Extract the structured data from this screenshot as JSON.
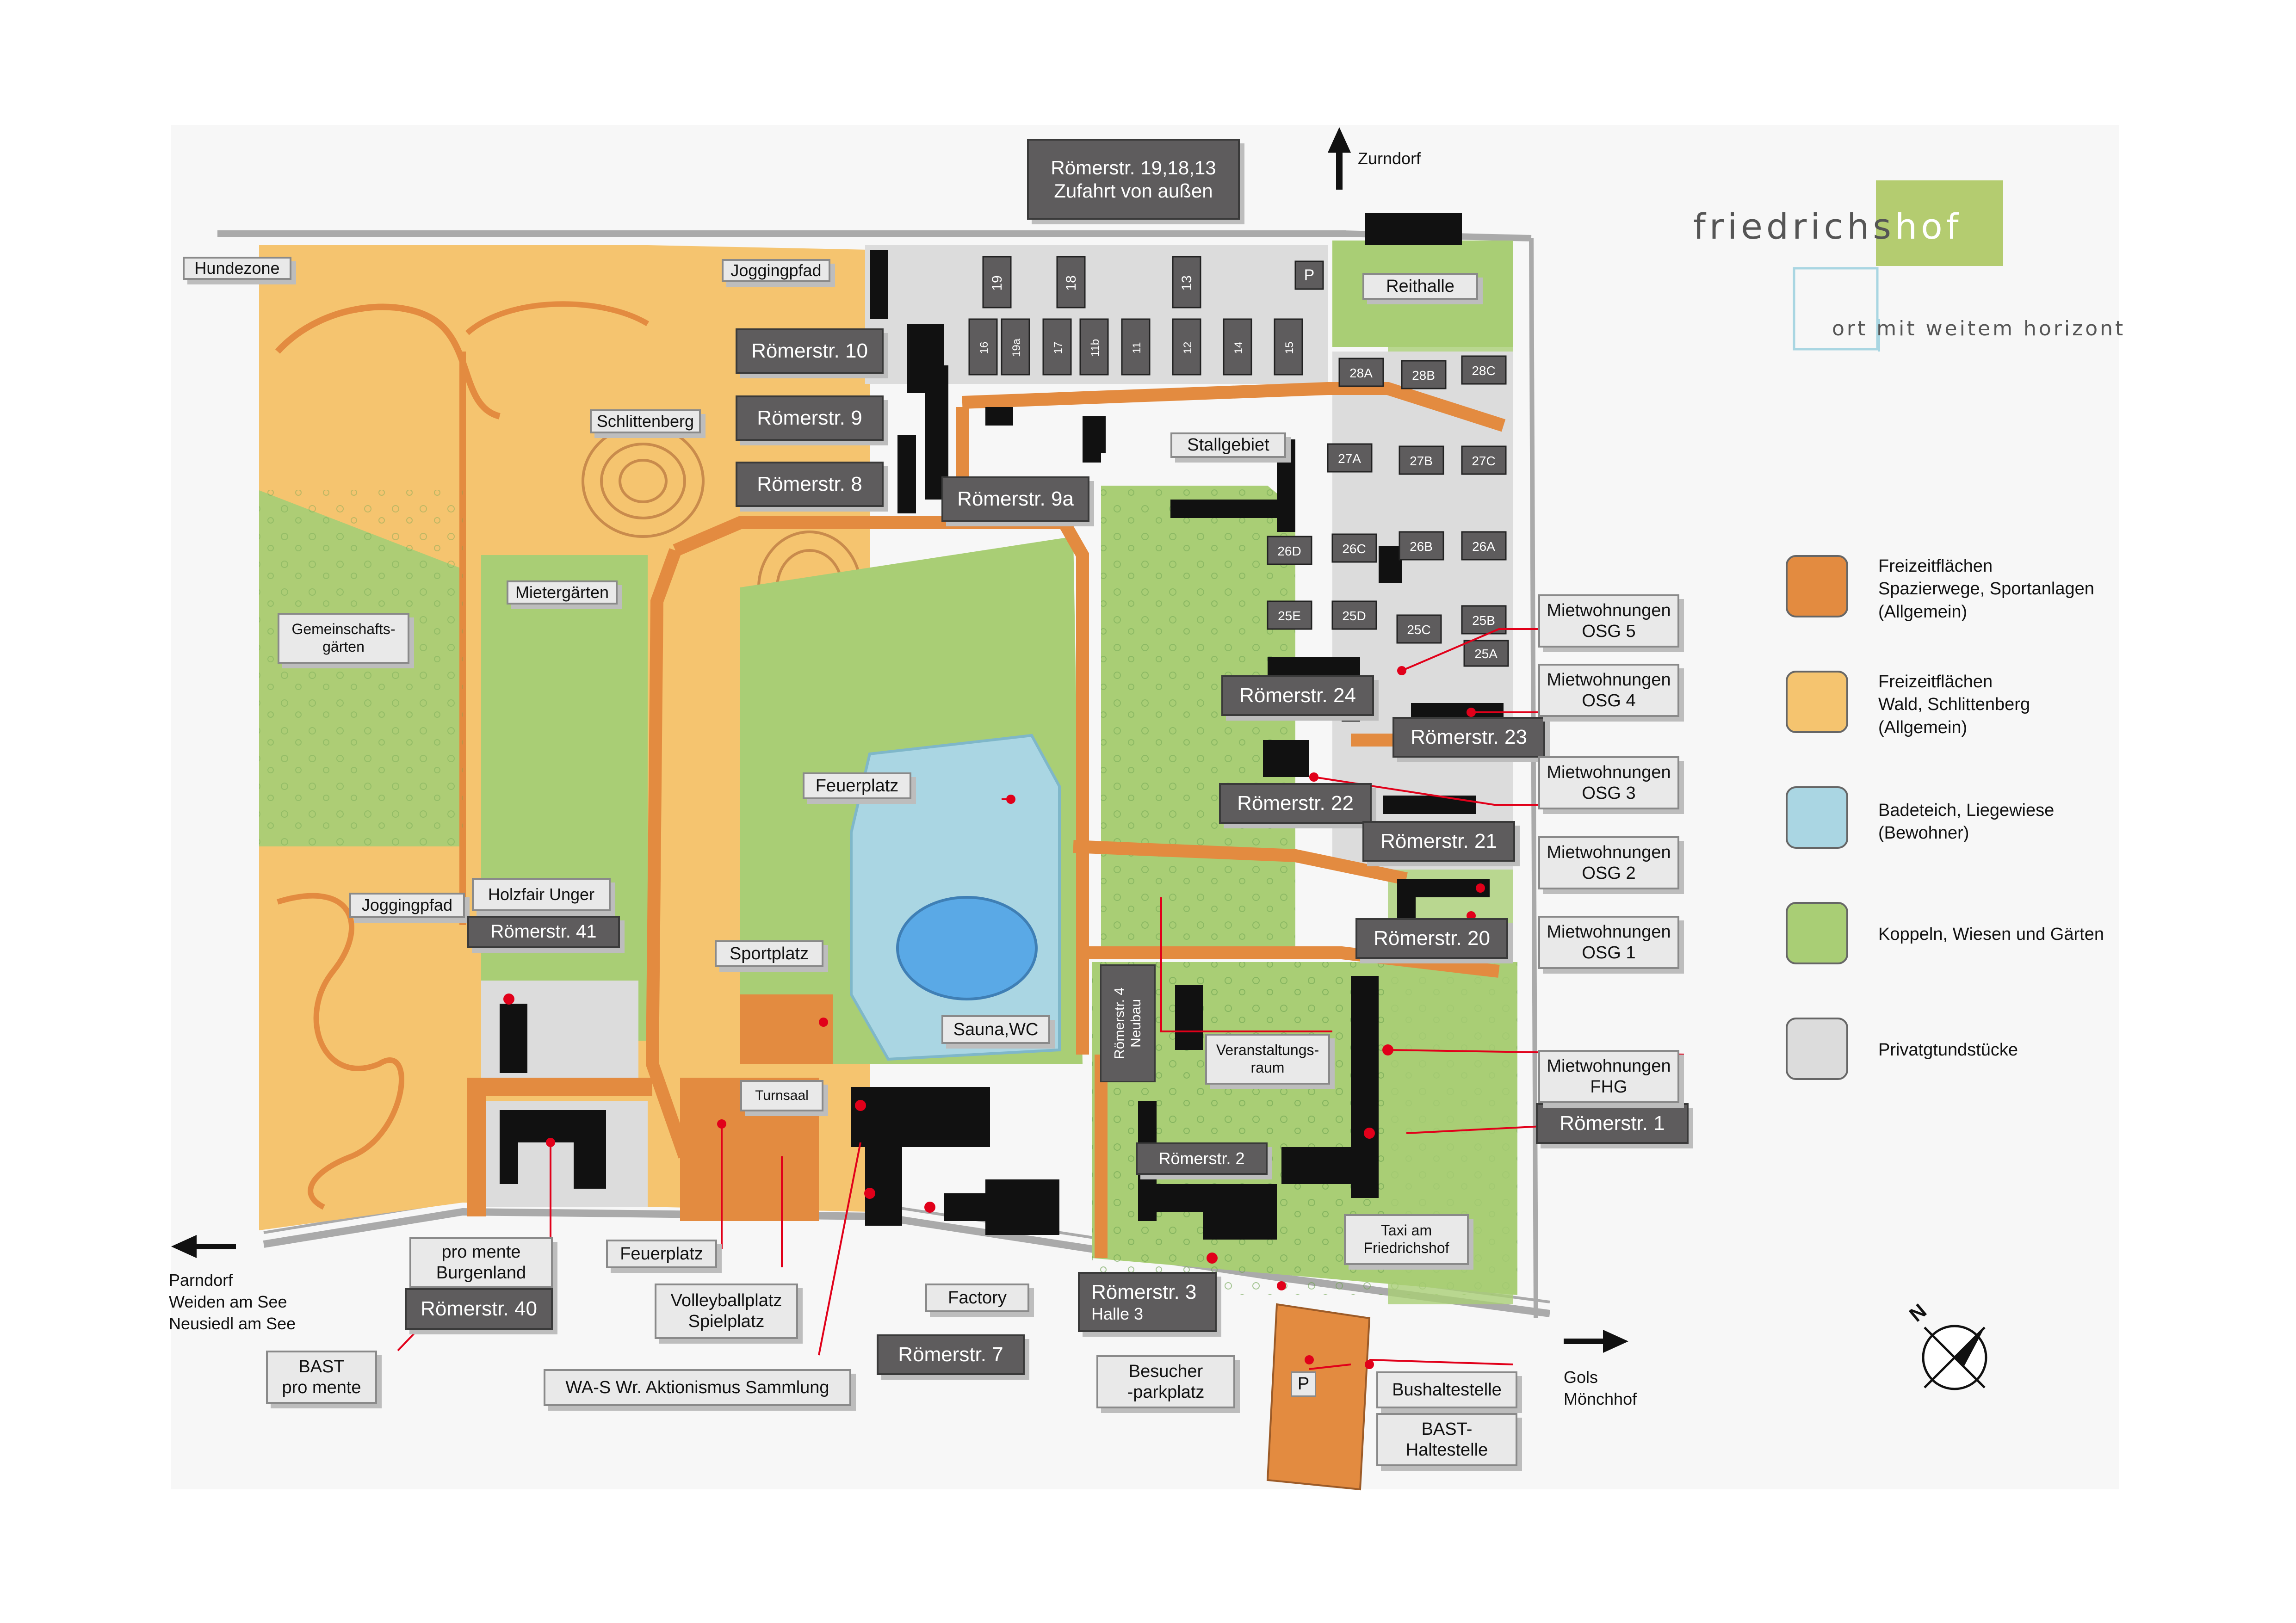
{
  "logo": {
    "text_main": "friedrichs",
    "text_hof": "hof",
    "tagline": "ort mit weitem horizont",
    "colors": {
      "green": "#b4cc70",
      "outline": "#a9d6e2"
    }
  },
  "colors": {
    "freizeit_wege": "#e38b40",
    "wald": "#f5c46f",
    "badeteich": "#aad6e3",
    "koppeln": "#a9ce75",
    "privat": "#dcdcdc",
    "label_dark": "#5e5c5d",
    "label_light": "#e9e9e9",
    "pin": "#e1001a"
  },
  "legend": [
    {
      "label": "Freizeitflächen\nSpazierwege, Sportanlagen\n(Allgemein)",
      "color": "#e38b40"
    },
    {
      "label": "Freizeitflächen\nWald, Schlittenberg\n(Allgemein)",
      "color": "#f5c46f"
    },
    {
      "label": "Badeteich, Liegewiese\n(Bewohner)",
      "color": "#aad6e3"
    },
    {
      "label": "Koppeln, Wiesen und Gärten",
      "color": "#a9ce75"
    },
    {
      "label": "Privatgtundstücke",
      "color": "#dcdcdc"
    }
  ],
  "directions": {
    "zurndorf": "Zurndorf",
    "parndorf": "Parndorf\nWeiden am See\nNeusiedl am See",
    "gols": "Gols\nMönchhof",
    "north": "N"
  },
  "labels": {
    "access": "Römerstr. 19,18,13\nZufahrt von außen",
    "hundezone": "Hundezone",
    "joggingpfad_top": "Joggingpfad",
    "joggingpfad_left": "Joggingpfad",
    "schlittenberg": "Schlittenberg",
    "mietergaerten": "Mietergärten",
    "gemeinschaftsgaerten": "Gemeinschafts-\ngärten",
    "holzfair": "Holzfair Unger",
    "r41": "Römerstr. 41",
    "r10": "Römerstr. 10",
    "r9": "Römerstr. 9",
    "r8": "Römerstr. 8",
    "r9a": "Römerstr. 9a",
    "reithalle": "Reithalle",
    "stallgebiet": "Stallgebiet",
    "feuerplatz_center": "Feuerplatz",
    "sportplatz": "Sportplatz",
    "sauna": "Sauna,WC",
    "turnsaal": "Turnsaal",
    "r4": "Römerstr. 4\nNeubau",
    "veranstaltung": "Veranstaltungs-\nraum",
    "r2": "Römerstr. 2",
    "taxi": "Taxi am\nFriedrichshof",
    "r3": "Römerstr. 3",
    "r3_halle": "Halle 3",
    "r7": "Römerstr. 7",
    "factory": "Factory",
    "volleyball": "Volleyballplatz\nSpielplatz",
    "feuerplatz_bottom": "Feuerplatz",
    "promente_burgenland": "pro mente\nBurgenland",
    "r40": "Römerstr. 40",
    "bast_promente": "BAST\npro mente",
    "was": "WA-S Wr. Aktionismus Sammlung",
    "besucher": "Besucher\n-parkplatz",
    "bushaltestelle": "Bushaltestelle",
    "bast_haltestelle": "BAST-\nHaltestelle",
    "r24": "Römerstr. 24",
    "r23": "Römerstr. 23",
    "r22": "Römerstr. 22",
    "r21": "Römerstr. 21",
    "r20": "Römerstr. 20",
    "r1": "Römerstr. 1",
    "osg5": "Mietwohnungen\nOSG 5",
    "osg4": "Mietwohnungen\nOSG 4",
    "osg3": "Mietwohnungen\nOSG 3",
    "osg2": "Mietwohnungen\nOSG 2",
    "osg1": "Mietwohnungen\nOSG 1",
    "fhg": "Mietwohnungen\nFHG",
    "parking_p": "P"
  },
  "plots": {
    "top_numbers": [
      "19",
      "18",
      "13",
      "16",
      "19a",
      "17",
      "11b",
      "11",
      "12",
      "14",
      "15"
    ],
    "p_top": "P",
    "right": [
      "28A",
      "28B",
      "28C",
      "27A",
      "27B",
      "27C",
      "26D",
      "26C",
      "26B",
      "26A",
      "25E",
      "25D",
      "25C",
      "25B",
      "25A"
    ]
  }
}
